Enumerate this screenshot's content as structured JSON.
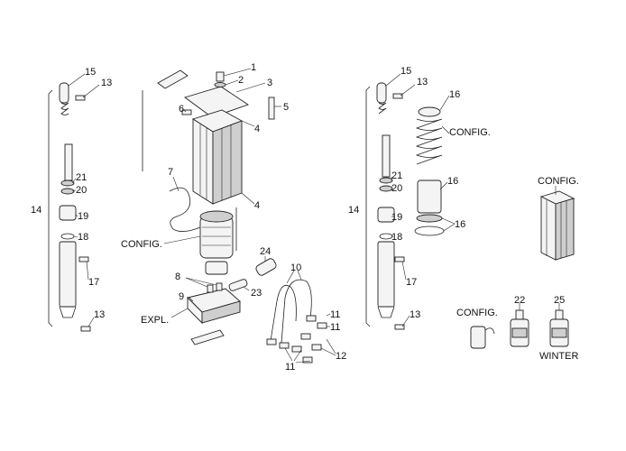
{
  "diagram": {
    "labels": {
      "n1": "1",
      "n2": "2",
      "n3": "3",
      "n4a": "4",
      "n4b": "4",
      "n5": "5",
      "n6": "6",
      "n7": "7",
      "n8": "8",
      "n9": "9",
      "n10": "10",
      "n11a": "11",
      "n11b": "11",
      "n11c": "11",
      "n12": "12",
      "n13a": "13",
      "n13b": "13",
      "n13c": "13",
      "n13d": "13",
      "n14a": "14",
      "n14b": "14",
      "n15a": "15",
      "n15b": "15",
      "n16a": "16",
      "n16b": "16",
      "n16c": "16",
      "n17a": "17",
      "n17b": "17",
      "n18a": "18",
      "n18b": "18",
      "n19a": "19",
      "n19b": "19",
      "n20a": "20",
      "n20b": "20",
      "n21a": "21",
      "n21b": "21",
      "n22": "22",
      "n23": "23",
      "n24": "24",
      "n25": "25",
      "config1": "CONFIG.",
      "config2": "CONFIG.",
      "config3": "CONFIG.",
      "config4": "CONFIG.",
      "expl": "EXPL.",
      "winter": "WINTER"
    }
  }
}
